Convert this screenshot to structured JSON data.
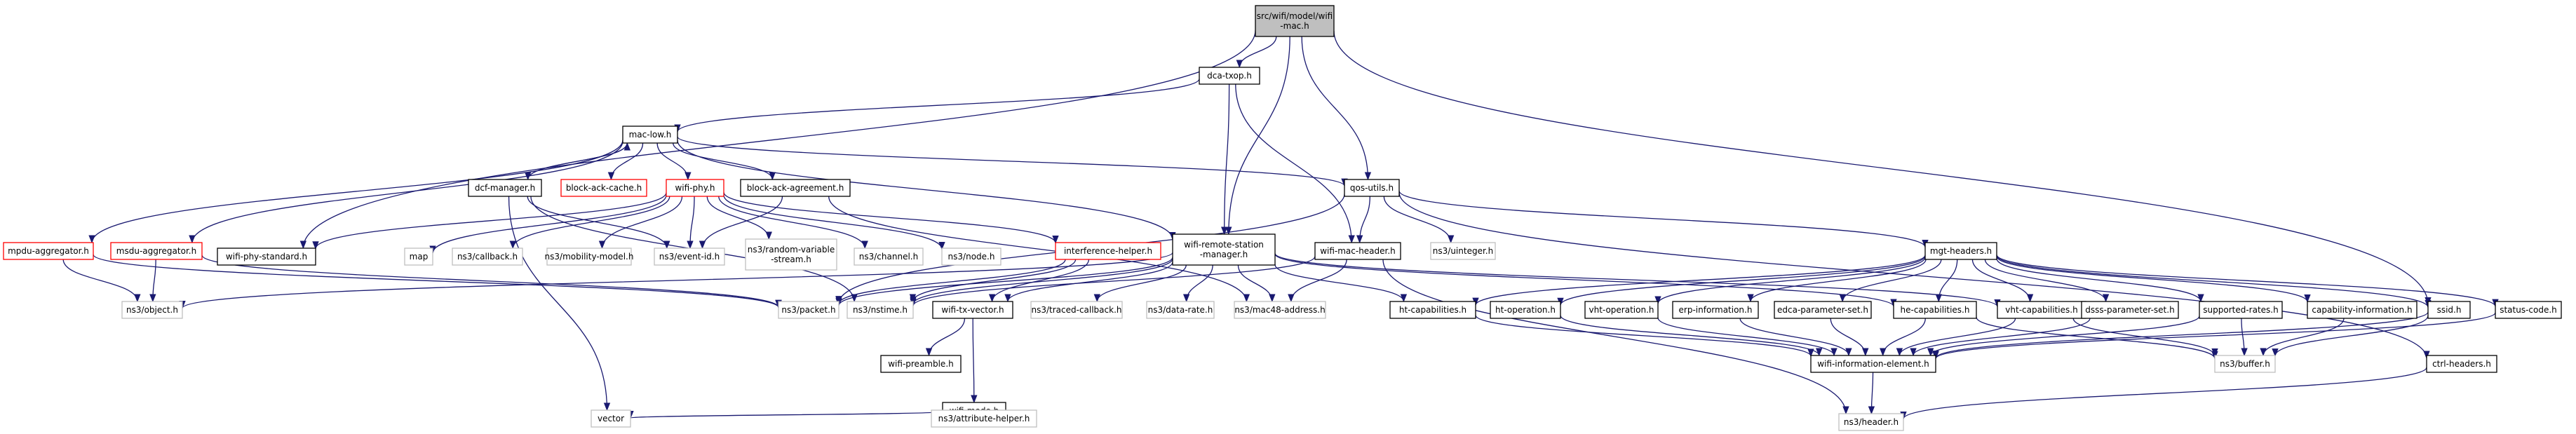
{
  "graph": {
    "nodes": [
      {
        "id": "root",
        "lines": [
          "src/wifi/model/wifi",
          "-mac.h"
        ],
        "kind": "root"
      },
      {
        "id": "dca",
        "lines": [
          "dca-txop.h"
        ],
        "kind": "project"
      },
      {
        "id": "maclow",
        "lines": [
          "mac-low.h"
        ],
        "kind": "project"
      },
      {
        "id": "qos",
        "lines": [
          "qos-utils.h"
        ],
        "kind": "project"
      },
      {
        "id": "dcf",
        "lines": [
          "dcf-manager.h"
        ],
        "kind": "project"
      },
      {
        "id": "bac",
        "lines": [
          "block-ack-cache.h"
        ],
        "kind": "missing"
      },
      {
        "id": "phy",
        "lines": [
          "wifi-phy.h"
        ],
        "kind": "missing"
      },
      {
        "id": "baa",
        "lines": [
          "block-ack-agreement.h"
        ],
        "kind": "project"
      },
      {
        "id": "wrsm",
        "lines": [
          "wifi-remote-station",
          "-manager.h"
        ],
        "kind": "project"
      },
      {
        "id": "wmh",
        "lines": [
          "wifi-mac-header.h"
        ],
        "kind": "project"
      },
      {
        "id": "uint",
        "lines": [
          "ns3/uinteger.h"
        ],
        "kind": "external"
      },
      {
        "id": "mgt",
        "lines": [
          "mgt-headers.h"
        ],
        "kind": "project"
      },
      {
        "id": "mpdu",
        "lines": [
          "mpdu-aggregator.h"
        ],
        "kind": "missing"
      },
      {
        "id": "msdu",
        "lines": [
          "msdu-aggregator.h"
        ],
        "kind": "missing"
      },
      {
        "id": "wps",
        "lines": [
          "wifi-phy-standard.h"
        ],
        "kind": "project"
      },
      {
        "id": "map",
        "lines": [
          "map"
        ],
        "kind": "external"
      },
      {
        "id": "cb",
        "lines": [
          "ns3/callback.h"
        ],
        "kind": "external"
      },
      {
        "id": "mob",
        "lines": [
          "ns3/mobility-model.h"
        ],
        "kind": "external"
      },
      {
        "id": "evt",
        "lines": [
          "ns3/event-id.h"
        ],
        "kind": "external"
      },
      {
        "id": "rnd",
        "lines": [
          "ns3/random-variable",
          "-stream.h"
        ],
        "kind": "external"
      },
      {
        "id": "chn",
        "lines": [
          "ns3/channel.h"
        ],
        "kind": "external"
      },
      {
        "id": "node",
        "lines": [
          "ns3/node.h"
        ],
        "kind": "external"
      },
      {
        "id": "ih",
        "lines": [
          "interference-helper.h"
        ],
        "kind": "missing"
      },
      {
        "id": "obj",
        "lines": [
          "ns3/object.h"
        ],
        "kind": "external"
      },
      {
        "id": "pkt",
        "lines": [
          "ns3/packet.h"
        ],
        "kind": "external"
      },
      {
        "id": "nst",
        "lines": [
          "ns3/nstime.h"
        ],
        "kind": "external"
      },
      {
        "id": "wtv",
        "lines": [
          "wifi-tx-vector.h"
        ],
        "kind": "project"
      },
      {
        "id": "tcb",
        "lines": [
          "ns3/traced-callback.h"
        ],
        "kind": "external"
      },
      {
        "id": "dr",
        "lines": [
          "ns3/data-rate.h"
        ],
        "kind": "external"
      },
      {
        "id": "m48",
        "lines": [
          "ns3/mac48-address.h"
        ],
        "kind": "external"
      },
      {
        "id": "htc",
        "lines": [
          "ht-capabilities.h"
        ],
        "kind": "project"
      },
      {
        "id": "hto",
        "lines": [
          "ht-operation.h"
        ],
        "kind": "project"
      },
      {
        "id": "vho",
        "lines": [
          "vht-operation.h"
        ],
        "kind": "project"
      },
      {
        "id": "erp",
        "lines": [
          "erp-information.h"
        ],
        "kind": "project"
      },
      {
        "id": "edca",
        "lines": [
          "edca-parameter-set.h"
        ],
        "kind": "project"
      },
      {
        "id": "hec",
        "lines": [
          "he-capabilities.h"
        ],
        "kind": "project"
      },
      {
        "id": "vhc",
        "lines": [
          "vht-capabilities.h"
        ],
        "kind": "project"
      },
      {
        "id": "dsss",
        "lines": [
          "dsss-parameter-set.h"
        ],
        "kind": "project"
      },
      {
        "id": "sr",
        "lines": [
          "supported-rates.h"
        ],
        "kind": "project"
      },
      {
        "id": "cap",
        "lines": [
          "capability-information.h"
        ],
        "kind": "project"
      },
      {
        "id": "ssid",
        "lines": [
          "ssid.h"
        ],
        "kind": "project"
      },
      {
        "id": "sc",
        "lines": [
          "status-code.h"
        ],
        "kind": "project"
      },
      {
        "id": "wpre",
        "lines": [
          "wifi-preamble.h"
        ],
        "kind": "project"
      },
      {
        "id": "wmode",
        "lines": [
          "wifi-mode.h"
        ],
        "kind": "project"
      },
      {
        "id": "wie",
        "lines": [
          "wifi-information-element.h"
        ],
        "kind": "project"
      },
      {
        "id": "buf",
        "lines": [
          "ns3/buffer.h"
        ],
        "kind": "external"
      },
      {
        "id": "ctrl",
        "lines": [
          "ctrl-headers.h"
        ],
        "kind": "project"
      },
      {
        "id": "vec",
        "lines": [
          "vector"
        ],
        "kind": "external"
      },
      {
        "id": "ahlp",
        "lines": [
          "ns3/attribute-helper.h"
        ],
        "kind": "external"
      },
      {
        "id": "hdr",
        "lines": [
          "ns3/header.h"
        ],
        "kind": "external"
      }
    ],
    "edges": [
      [
        "root",
        "dca"
      ],
      [
        "root",
        "qos"
      ],
      [
        "root",
        "wrsm"
      ],
      [
        "root",
        "ssid"
      ],
      [
        "root",
        "wps"
      ],
      [
        "dca",
        "maclow"
      ],
      [
        "dca",
        "wrsm"
      ],
      [
        "dca",
        "wmh"
      ],
      [
        "maclow",
        "dcf"
      ],
      [
        "maclow",
        "bac"
      ],
      [
        "maclow",
        "phy"
      ],
      [
        "maclow",
        "baa"
      ],
      [
        "maclow",
        "qos"
      ],
      [
        "maclow",
        "mpdu"
      ],
      [
        "maclow",
        "msdu"
      ],
      [
        "maclow",
        "wrsm"
      ],
      [
        "dcf",
        "maclow"
      ],
      [
        "dcf",
        "evt"
      ],
      [
        "dcf",
        "nst"
      ],
      [
        "dcf",
        "vec"
      ],
      [
        "phy",
        "wps"
      ],
      [
        "phy",
        "map"
      ],
      [
        "phy",
        "cb"
      ],
      [
        "phy",
        "mob"
      ],
      [
        "phy",
        "evt"
      ],
      [
        "phy",
        "rnd"
      ],
      [
        "phy",
        "chn"
      ],
      [
        "phy",
        "node"
      ],
      [
        "phy",
        "ih"
      ],
      [
        "baa",
        "evt"
      ],
      [
        "baa",
        "m48"
      ],
      [
        "ih",
        "pkt"
      ],
      [
        "ih",
        "nst"
      ],
      [
        "ih",
        "wtv"
      ],
      [
        "qos",
        "pkt"
      ],
      [
        "qos",
        "wmh"
      ],
      [
        "qos",
        "uint"
      ],
      [
        "qos",
        "mgt"
      ],
      [
        "qos",
        "ctrl"
      ],
      [
        "wrsm",
        "obj"
      ],
      [
        "wrsm",
        "pkt"
      ],
      [
        "wrsm",
        "nst"
      ],
      [
        "wrsm",
        "wtv"
      ],
      [
        "wrsm",
        "tcb"
      ],
      [
        "wrsm",
        "dr"
      ],
      [
        "wrsm",
        "m48"
      ],
      [
        "wrsm",
        "htc"
      ],
      [
        "wrsm",
        "vhc"
      ],
      [
        "wrsm",
        "hec"
      ],
      [
        "wmh",
        "m48"
      ],
      [
        "wmh",
        "nst"
      ],
      [
        "wmh",
        "hdr"
      ],
      [
        "mgt",
        "ssid"
      ],
      [
        "mgt",
        "sr"
      ],
      [
        "mgt",
        "cap"
      ],
      [
        "mgt",
        "sc"
      ],
      [
        "mgt",
        "dsss"
      ],
      [
        "mgt",
        "vhc"
      ],
      [
        "mgt",
        "hec"
      ],
      [
        "mgt",
        "edca"
      ],
      [
        "mgt",
        "erp"
      ],
      [
        "mgt",
        "vho"
      ],
      [
        "mgt",
        "hto"
      ],
      [
        "mgt",
        "htc"
      ],
      [
        "mpdu",
        "obj"
      ],
      [
        "mpdu",
        "pkt"
      ],
      [
        "msdu",
        "obj"
      ],
      [
        "msdu",
        "pkt"
      ],
      [
        "wtv",
        "wpre"
      ],
      [
        "wtv",
        "wmode"
      ],
      [
        "wmode",
        "vec"
      ],
      [
        "wmode",
        "ahlp"
      ],
      [
        "htc",
        "wie"
      ],
      [
        "hto",
        "wie"
      ],
      [
        "vho",
        "wie"
      ],
      [
        "erp",
        "wie"
      ],
      [
        "edca",
        "wie"
      ],
      [
        "hec",
        "wie"
      ],
      [
        "vhc",
        "wie"
      ],
      [
        "dsss",
        "wie"
      ],
      [
        "sr",
        "wie"
      ],
      [
        "ssid",
        "wie"
      ],
      [
        "sc",
        "wie"
      ],
      [
        "sr",
        "buf"
      ],
      [
        "cap",
        "buf"
      ],
      [
        "hec",
        "buf"
      ],
      [
        "vhc",
        "buf"
      ],
      [
        "ssid",
        "buf"
      ],
      [
        "wie",
        "hdr"
      ],
      [
        "ctrl",
        "hdr"
      ]
    ]
  },
  "colors": {
    "edge": "#191970",
    "root_fill": "#bfbfbf",
    "project_border": "#000000",
    "missing_border": "#ff0000",
    "external_border": "#bfbfbf",
    "text": "#000000",
    "external_text": "#000000"
  }
}
